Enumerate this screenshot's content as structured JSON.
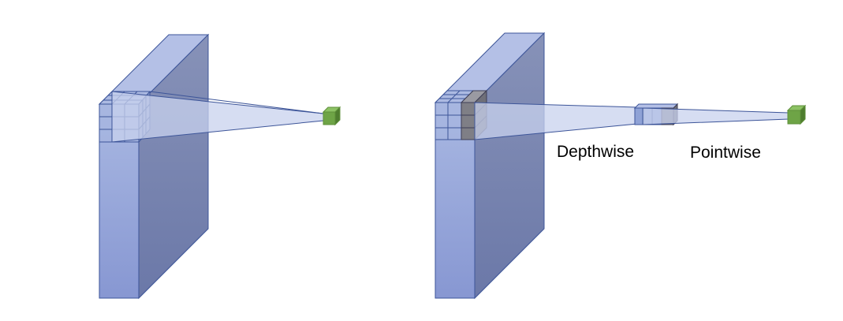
{
  "labels": {
    "depthwise": "Depthwise",
    "pointwise": "Pointwise"
  },
  "colors": {
    "slab_front": "#8fa2d6",
    "slab_side": "#7480aa",
    "slab_top": "#b3c0e8",
    "slab_edge": "#3d5599",
    "kernel_dark": "#7f7f86",
    "projection": "#c5cfea",
    "output_cube": "#6ea446",
    "background": "#ffffff"
  },
  "diagrams": [
    {
      "kind": "standard-convolution"
    },
    {
      "kind": "depthwise-separable-convolution"
    }
  ]
}
